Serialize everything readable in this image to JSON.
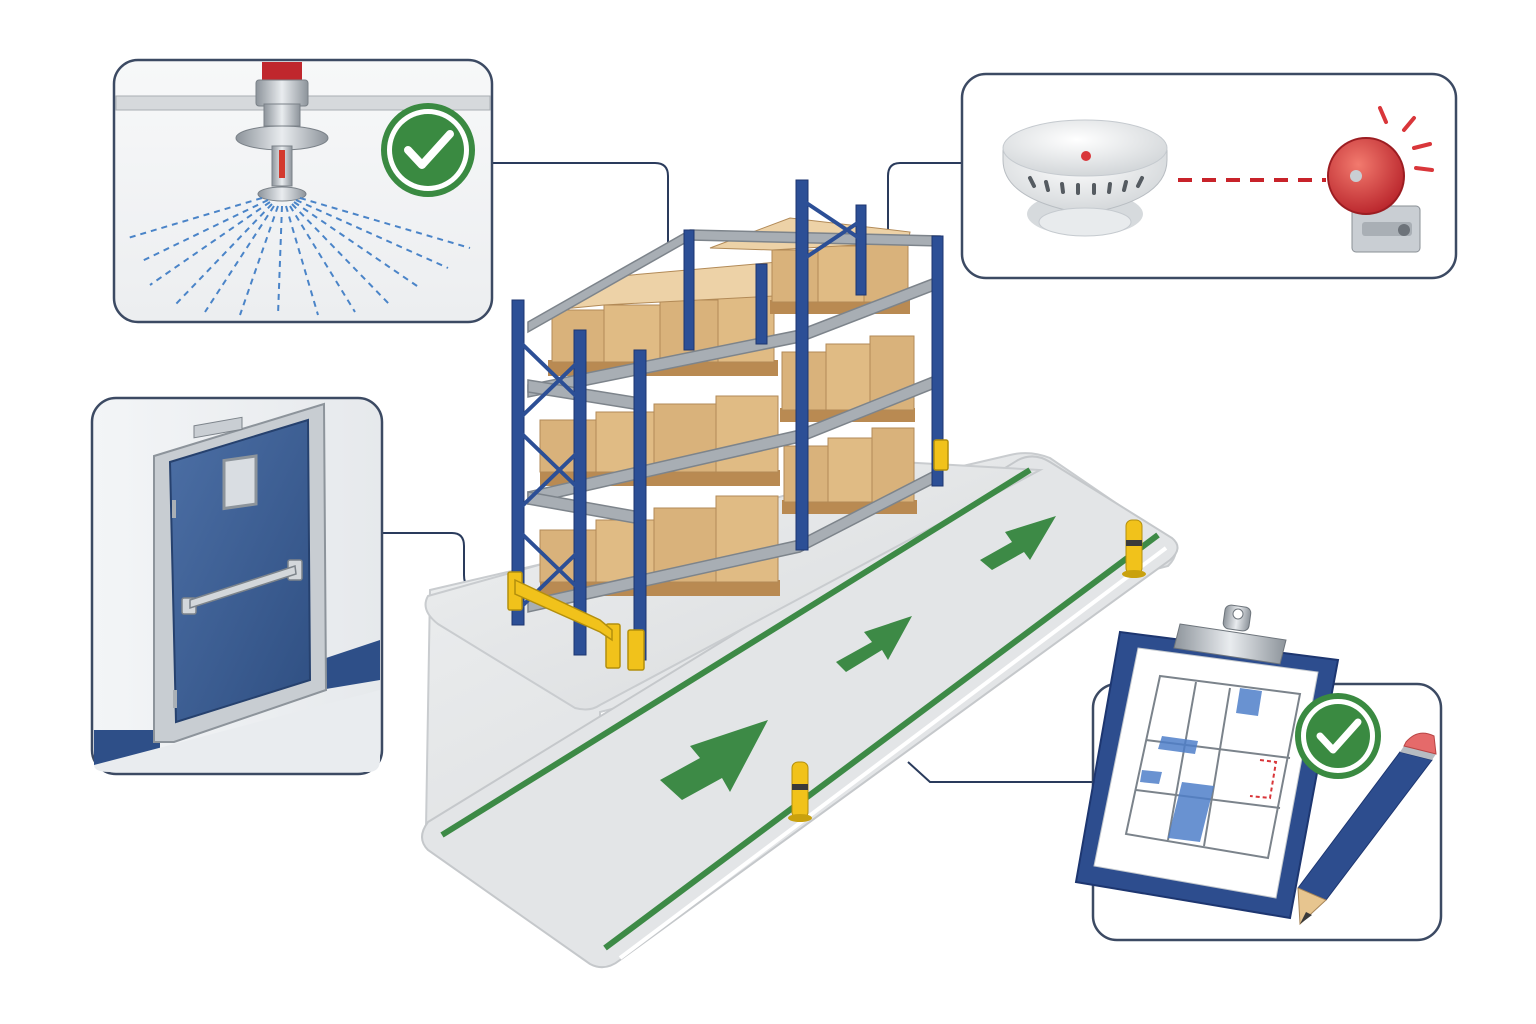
{
  "figure": {
    "type": "illustration",
    "subject": "warehouse-fire-safety",
    "panels": [
      {
        "id": "sprinkler",
        "icon": "sprinkler-icon",
        "status_icon": "check-icon"
      },
      {
        "id": "smoke-alarm",
        "icon": "smoke-detector-icon",
        "link_icon": "alarm-bell-icon"
      },
      {
        "id": "fire-exit",
        "icon": "exit-door-icon"
      },
      {
        "id": "inspection",
        "icon": "clipboard-floorplan-icon",
        "status_icon": "check-icon"
      }
    ],
    "center": {
      "icon": "storage-rack-icon",
      "walkway_icon": "green-arrow-icon"
    }
  },
  "colors": {
    "panel_border": "#3c4a63",
    "connector": "#2a3b5c",
    "rack_blue": "#2c4f96",
    "beam_grey": "#9aa1a8",
    "box_tan": "#d9b27b",
    "pallet": "#b98a52",
    "floor": "#e6e7e8",
    "walkway_green": "#3d8a46",
    "bollard_yellow": "#f1c21b",
    "check_green": "#3a8a41",
    "door_blue": "#3a5c91",
    "alarm_red": "#d9363a",
    "water_blue": "#4a84c8",
    "pencil_blue": "#2d4d8e"
  }
}
